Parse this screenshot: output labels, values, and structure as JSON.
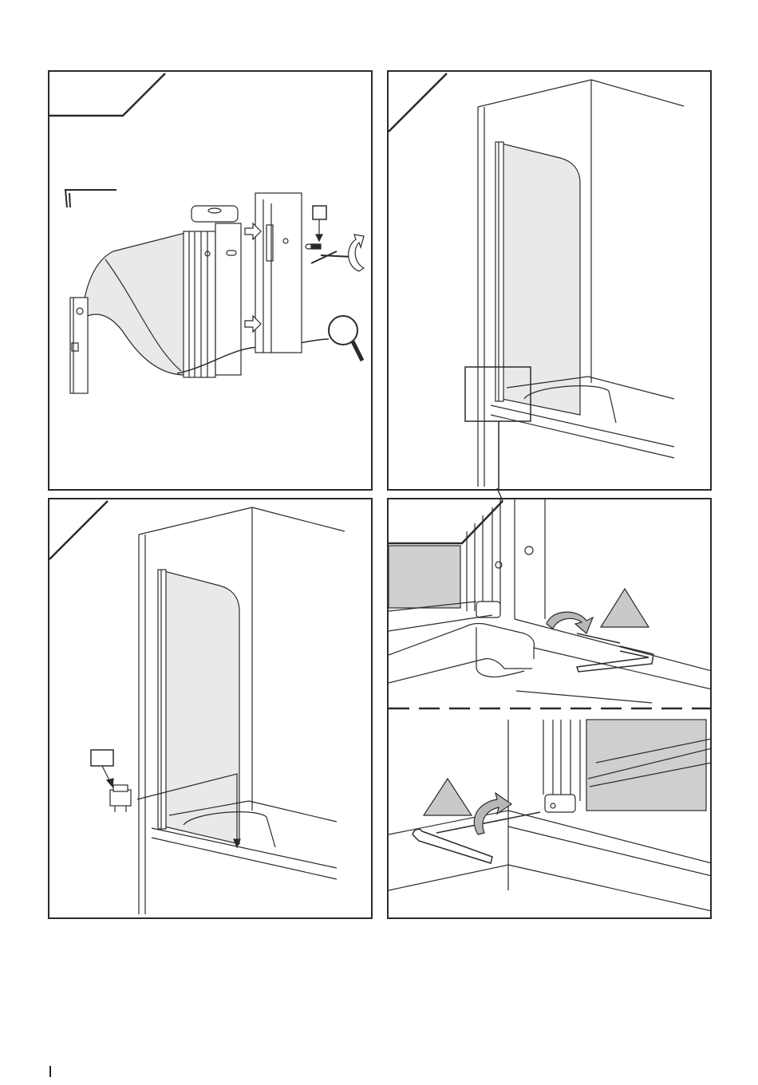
{
  "panels": [
    {
      "id": "p1",
      "step": "",
      "description": ""
    },
    {
      "id": "p2",
      "step": "",
      "description": ""
    },
    {
      "id": "p3",
      "step": "",
      "description": ""
    },
    {
      "id": "p4",
      "step": "",
      "description": ""
    }
  ],
  "icons": {
    "tool": "allen-key-icon",
    "magnifier": "magnifier-icon",
    "warning": "warning-triangle-icon",
    "rotate": "rotate-arrow-icon"
  },
  "colors": {
    "line": "#2a2a2a",
    "glass": "#e9e9e9",
    "arrow_fill": "#b8b8b8",
    "warning_fill": "#c9c9c9",
    "dark_glass": "#cfcfcf"
  }
}
